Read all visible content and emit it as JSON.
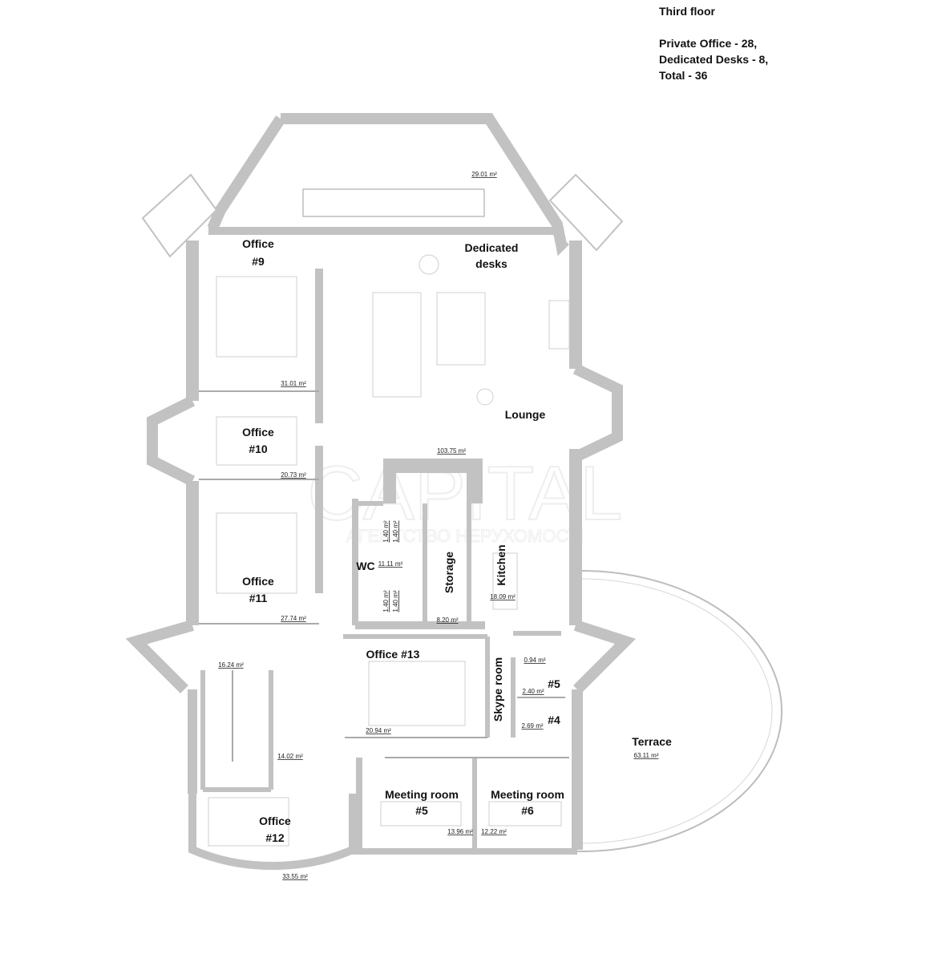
{
  "legend": {
    "floor": "Third floor",
    "line1": "Private Office - 28,",
    "line2": "Dedicated Desks - 8,",
    "line3": "Total - 36"
  },
  "watermark": {
    "brand": "CAPITAL",
    "tagline": "АГЕНТСТВО НЕРУХОМОСТІ"
  },
  "rooms": {
    "office9": {
      "name": "Office",
      "number": "#9",
      "area": "31.01 m²"
    },
    "dedicated": {
      "name": "Dedicated",
      "name2": "desks",
      "area": "29.01 m²"
    },
    "lounge": {
      "name": "Lounge",
      "area": "103.75 m²"
    },
    "office10": {
      "name": "Office",
      "number": "#10",
      "area": "20.73 m²"
    },
    "office11": {
      "name": "Office",
      "number": "#11",
      "area": "27.74 m²"
    },
    "wc": {
      "name": "WC",
      "area": "11.11 m²",
      "cubicles": [
        "1.40 m²",
        "1.40 m²",
        "1.40 m²",
        "1.40 m²"
      ]
    },
    "storage": {
      "name": "Storage",
      "area": "8.20 m²"
    },
    "kitchen": {
      "name": "Kitchen",
      "area": "18.09 m²"
    },
    "office13": {
      "name": "Office #13",
      "area": "20.94 m²"
    },
    "skype": {
      "name": "Skype room",
      "area": "0.94 m²"
    },
    "booth5": {
      "name": "#5",
      "area": "2.40 m²"
    },
    "booth4": {
      "name": "#4",
      "area": "2.69 m²"
    },
    "stair": {
      "area": "16.24 m²"
    },
    "hall": {
      "area": "14.02 m²"
    },
    "office12": {
      "name": "Office",
      "number": "#12",
      "area": "33.55 m²"
    },
    "meeting5": {
      "name": "Meeting room",
      "number": "#5",
      "area": "13.96 m²"
    },
    "meeting6": {
      "name": "Meeting room",
      "number": "#6",
      "area": "12.22 m²"
    },
    "terrace": {
      "name": "Terrace",
      "area": "63.11 m²"
    }
  }
}
